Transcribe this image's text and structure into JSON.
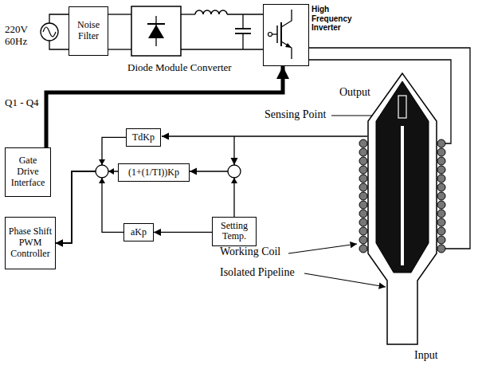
{
  "diagram": {
    "nodes": [
      {
        "text": [
          "Noise Filter"
        ]
      },
      {
        "text": [
          "High Frequency Inverter"
        ]
      },
      {
        "text": [
          "Gate Drive Interface"
        ]
      },
      {
        "text": [
          "Phase Shift PWM Controller"
        ]
      },
      {
        "text": [
          "TdKp"
        ]
      },
      {
        "text": [
          "(1+(1/TI))Kp"
        ]
      },
      {
        "text": [
          "Setting Temp."
        ]
      },
      {
        "text": [
          "aKp"
        ]
      }
    ],
    "edges": [
      {
        "from": 2,
        "to": 1,
        "arrow": "to"
      },
      {
        "from": 4,
        "to": 3,
        "arrow": "to"
      },
      {
        "from": 5,
        "to": 3,
        "arrow": "to"
      },
      {
        "from": 7,
        "to": 3,
        "arrow": "to"
      },
      {
        "from": 6,
        "to": 5,
        "arrow": "to"
      },
      {
        "from": 6,
        "to": 7,
        "arrow": "to"
      }
    ],
    "labels": [
      "220V 60Hz",
      "Diode Module Converter",
      "Q1 - Q4",
      "Sensing Point",
      "Output",
      "Working Coil",
      "Isolated Pipeline",
      "Input"
    ]
  }
}
